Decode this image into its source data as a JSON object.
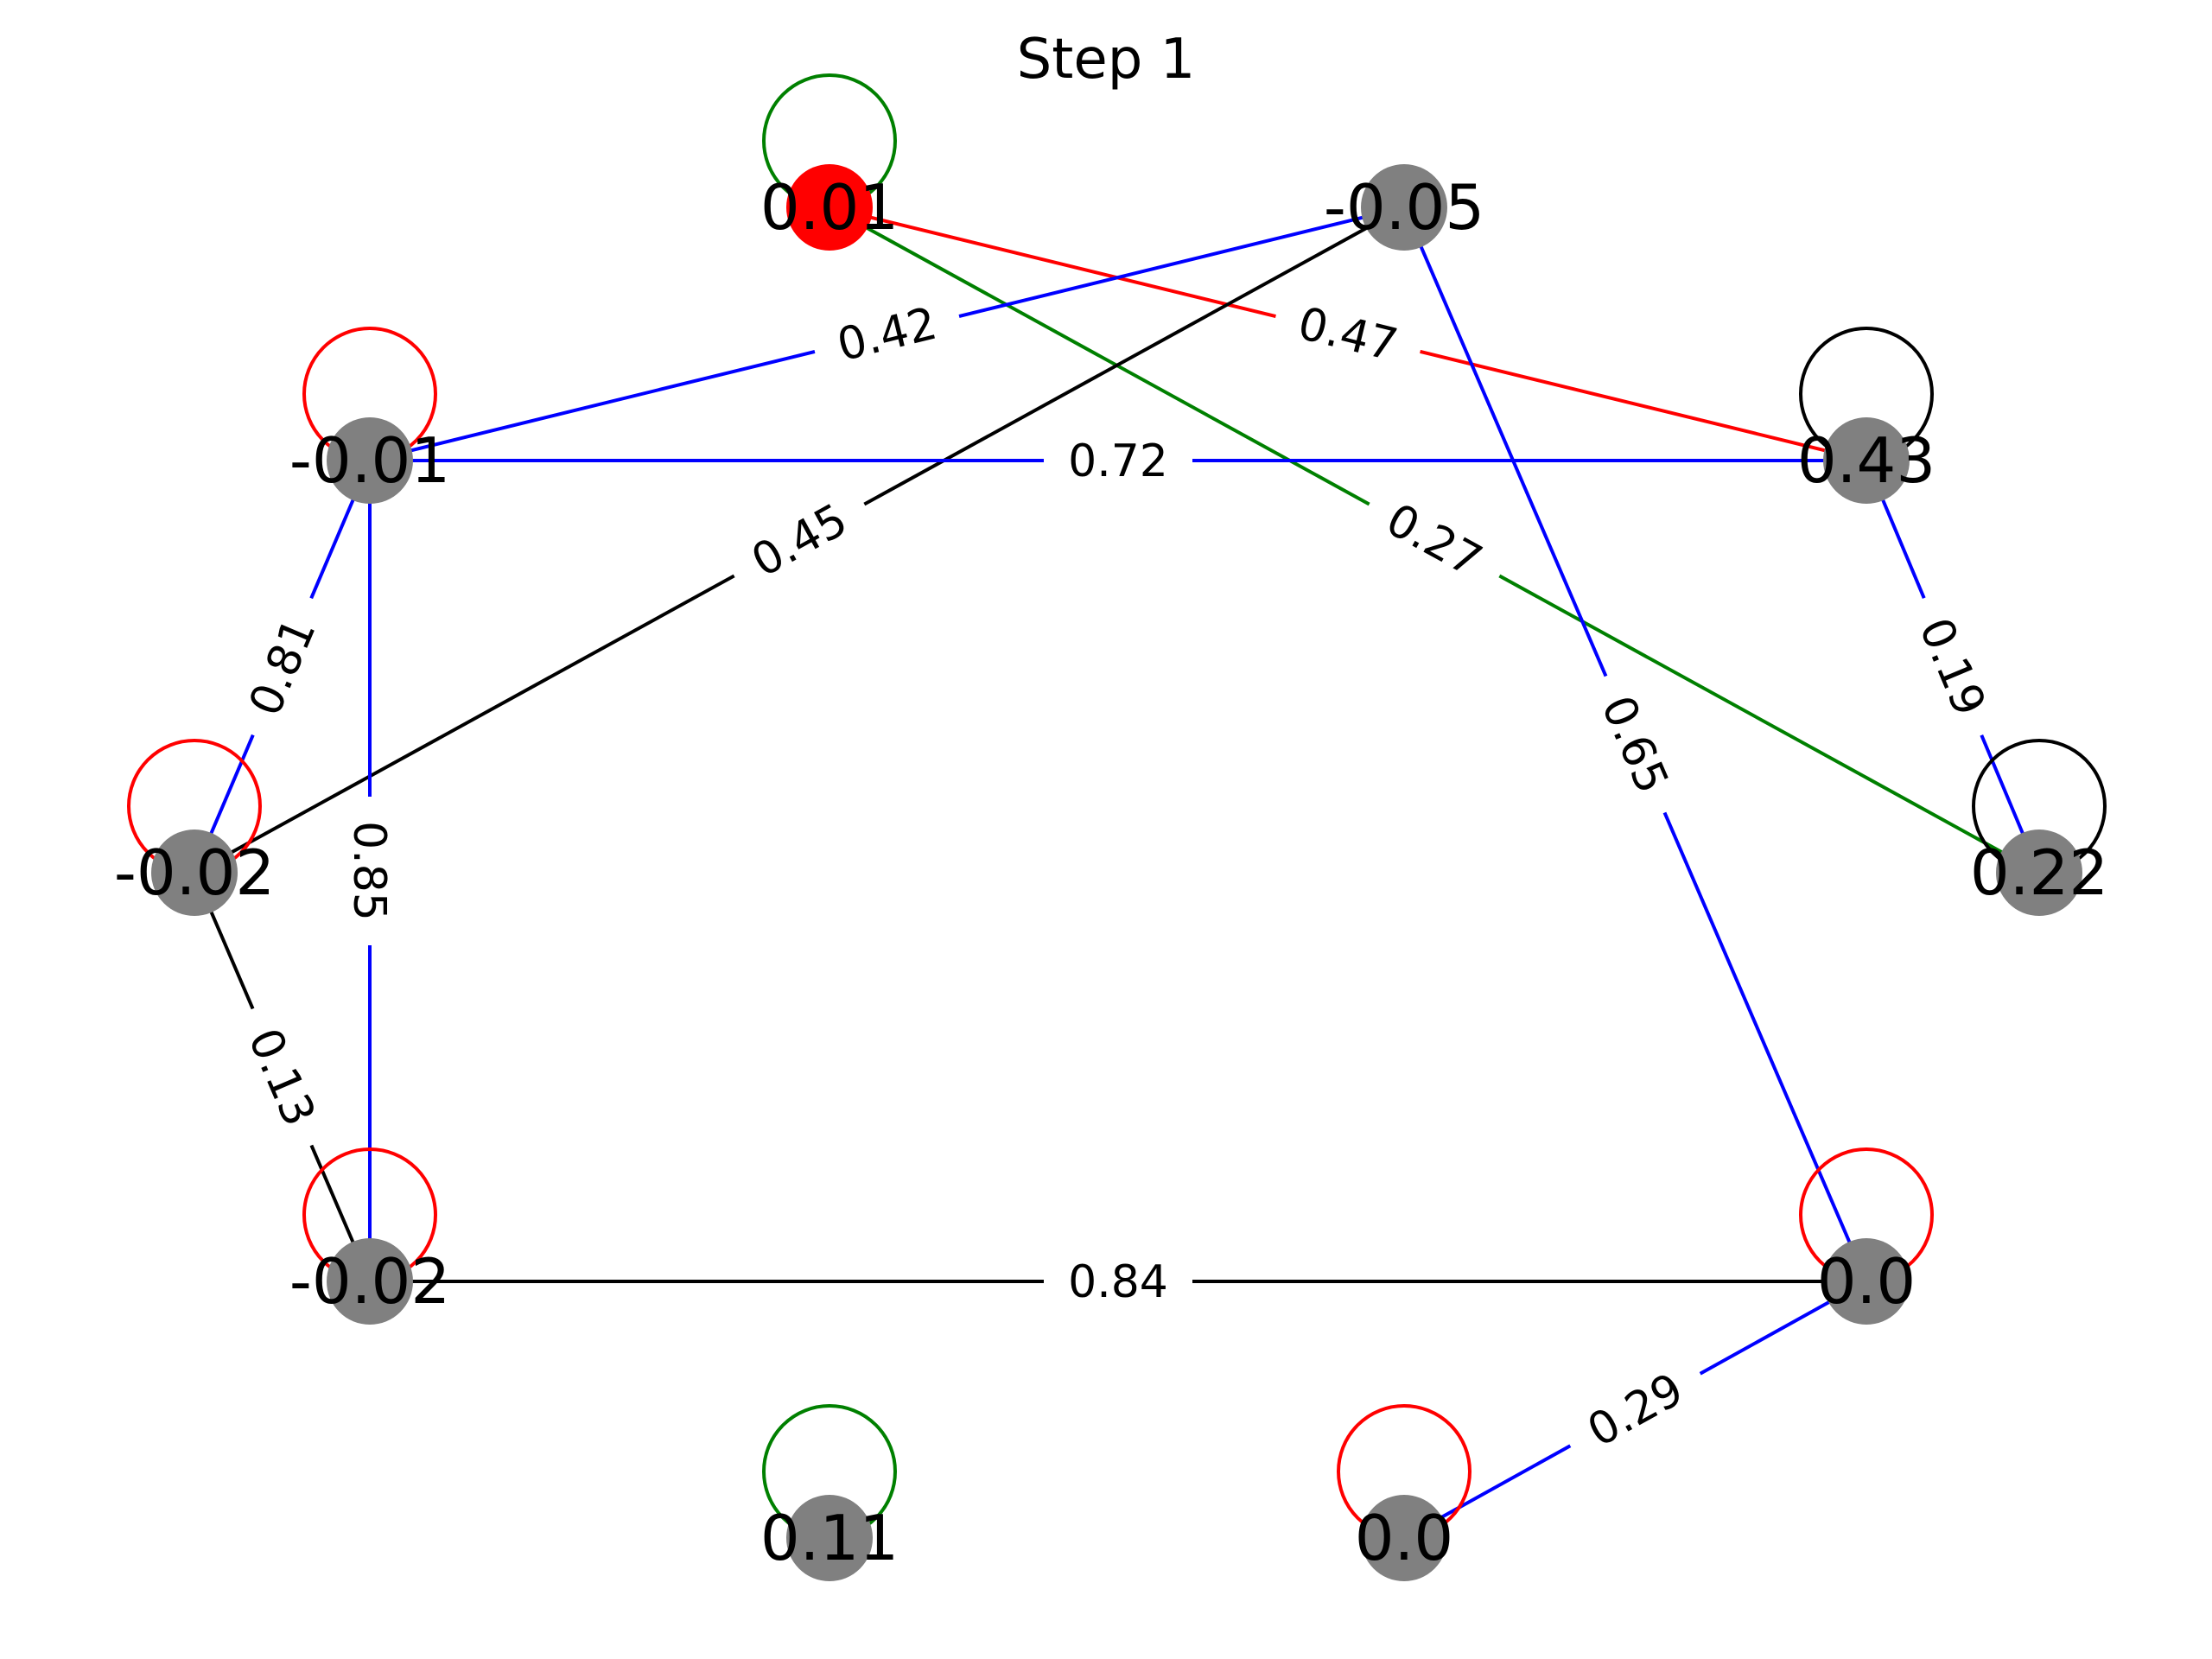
{
  "title": "Step 1",
  "nodes": [
    {
      "id": 0,
      "label": "0.01",
      "fill": "#ff0000",
      "self_loop": "#008000"
    },
    {
      "id": 1,
      "label": "-0.05",
      "fill": "#808080",
      "self_loop": null
    },
    {
      "id": 2,
      "label": "0.43",
      "fill": "#808080",
      "self_loop": "#000000"
    },
    {
      "id": 3,
      "label": "0.22",
      "fill": "#808080",
      "self_loop": "#000000"
    },
    {
      "id": 4,
      "label": "0.0",
      "fill": "#808080",
      "self_loop": "#ff0000"
    },
    {
      "id": 5,
      "label": "0.0",
      "fill": "#808080",
      "self_loop": "#ff0000"
    },
    {
      "id": 6,
      "label": "0.11",
      "fill": "#808080",
      "self_loop": "#008000"
    },
    {
      "id": 7,
      "label": "-0.02",
      "fill": "#808080",
      "self_loop": "#ff0000"
    },
    {
      "id": 8,
      "label": "-0.02",
      "fill": "#808080",
      "self_loop": "#ff0000"
    },
    {
      "id": 9,
      "label": "-0.01",
      "fill": "#808080",
      "self_loop": "#ff0000"
    }
  ],
  "edges": [
    {
      "source": 0,
      "target": 2,
      "weight": "0.47",
      "color": "#ff0000"
    },
    {
      "source": 0,
      "target": 3,
      "weight": "0.27",
      "color": "#008000"
    },
    {
      "source": 1,
      "target": 9,
      "weight": "0.42",
      "color": "#0000ff"
    },
    {
      "source": 1,
      "target": 8,
      "weight": "0.45",
      "color": "#000000"
    },
    {
      "source": 1,
      "target": 4,
      "weight": "0.65",
      "color": "#0000ff"
    },
    {
      "source": 9,
      "target": 2,
      "weight": "0.72",
      "color": "#0000ff"
    },
    {
      "source": 2,
      "target": 3,
      "weight": "0.19",
      "color": "#0000ff"
    },
    {
      "source": 9,
      "target": 8,
      "weight": "0.81",
      "color": "#0000ff"
    },
    {
      "source": 9,
      "target": 7,
      "weight": "0.85",
      "color": "#0000ff"
    },
    {
      "source": 8,
      "target": 7,
      "weight": "0.13",
      "color": "#000000"
    },
    {
      "source": 7,
      "target": 4,
      "weight": "0.84",
      "color": "#000000"
    },
    {
      "source": 4,
      "target": 5,
      "weight": "0.29",
      "color": "#0000ff"
    }
  ]
}
